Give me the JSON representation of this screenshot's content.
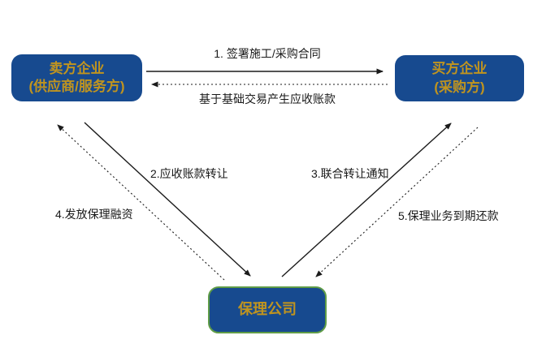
{
  "nodes": {
    "seller": {
      "line1": "卖方企业",
      "line2": "(供应商/服务方)"
    },
    "buyer": {
      "line1": "买方企业",
      "line2": "(采购方)"
    },
    "factoring": {
      "line1": "保理公司"
    }
  },
  "edges": [
    {
      "id": "sign-contract",
      "label": "1. 签署施工/采购合同",
      "from": "seller",
      "to": "buyer",
      "line": "solid"
    },
    {
      "id": "receivables-generated",
      "label": "基于基础交易产生应收账款",
      "from": "buyer",
      "to": "seller",
      "line": "dotted"
    },
    {
      "id": "receivables-transfer",
      "label": "2.应收账款转让",
      "from": "seller",
      "to": "factoring",
      "line": "solid"
    },
    {
      "id": "joint-transfer-notice",
      "label": "3.联合转让通知",
      "from": "factoring",
      "to": "buyer",
      "line": "solid"
    },
    {
      "id": "factoring-financing",
      "label": "4.发放保理融资",
      "from": "factoring",
      "to": "seller",
      "line": "dotted"
    },
    {
      "id": "maturity-repayment",
      "label": "5.保理业务到期还款",
      "from": "buyer",
      "to": "factoring",
      "line": "dotted"
    }
  ],
  "colors": {
    "node_fill": "#174A8F",
    "node_text": "#C0941F",
    "factoring_border": "#5F9C47",
    "arrow": "#1b1b1b",
    "label_text": "#1a1a1a",
    "background": "#ffffff"
  }
}
